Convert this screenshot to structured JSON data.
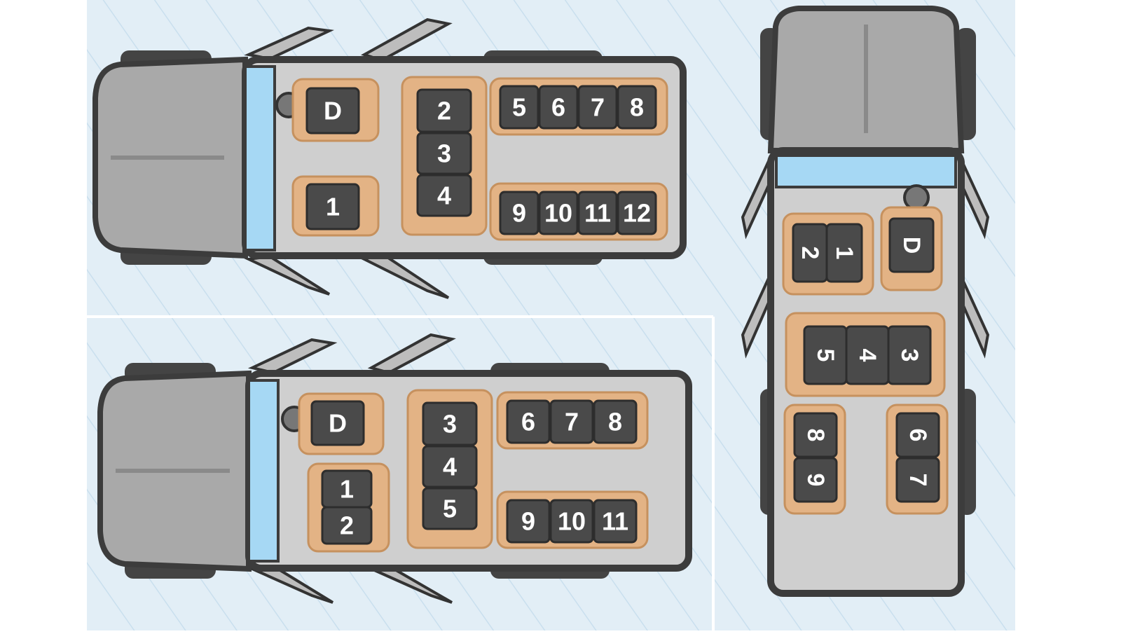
{
  "colors": {
    "background": "#e2eef6",
    "stripe": "#c9dfee",
    "body_outline": "#3c3c3c",
    "floor": "#cfcfcf",
    "hood": "#a9a9a9",
    "windshield": "#a6d8f4",
    "seat_frame": "#e3b385",
    "cushion": "#4a4a4a",
    "seat_text": "#ffffff"
  },
  "layouts": [
    {
      "name": "layout-12-seat",
      "driver": "D",
      "front_passenger": [
        "1"
      ],
      "middle_bench": [
        "2",
        "3",
        "4"
      ],
      "rear_bench_top": [
        "5",
        "6",
        "7",
        "8"
      ],
      "rear_bench_bottom": [
        "9",
        "10",
        "11",
        "12"
      ]
    },
    {
      "name": "layout-11-seat",
      "driver": "D",
      "front_passenger": [
        "1",
        "2"
      ],
      "middle_bench": [
        "3",
        "4",
        "5"
      ],
      "rear_bench_top": [
        "6",
        "7",
        "8"
      ],
      "rear_bench_bottom": [
        "9",
        "10",
        "11"
      ]
    },
    {
      "name": "layout-9-seat",
      "driver": "D",
      "front_passenger": [
        "1",
        "2"
      ],
      "middle_bench": [
        "3",
        "4",
        "5"
      ],
      "rear_bench_right": [
        "6",
        "7"
      ],
      "rear_bench_left": [
        "8",
        "9"
      ]
    }
  ]
}
